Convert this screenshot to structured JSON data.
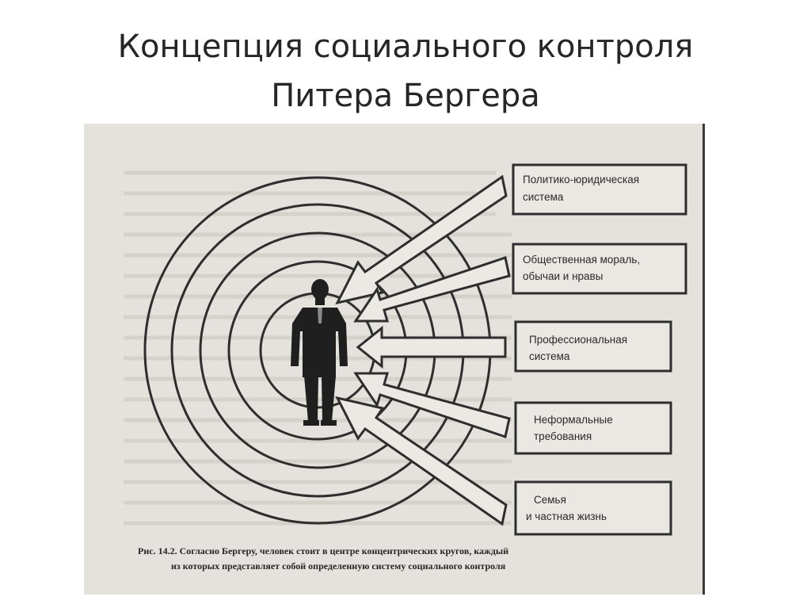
{
  "title": {
    "line1": "Концепция социального контроля",
    "line2": "Питера Бергера"
  },
  "diagram": {
    "boxes": [
      {
        "line1": "Политико-юридическая",
        "line2": "система"
      },
      {
        "line1": "Общественная мораль,",
        "line2": "обычаи и нравы"
      },
      {
        "line1": "Профессиональная",
        "line2": "система"
      },
      {
        "line1": "Неформальные",
        "line2": "требования"
      },
      {
        "line1": "Семья",
        "line2": "и частная жизнь"
      }
    ],
    "caption": {
      "line1": "Рис. 14.2. Согласно Бергеру, человек стоит в центре концентрических кругов, каждый",
      "line2": "из которых представляет собой определенную систему социального контроля"
    }
  },
  "colors": {
    "paper": "#e5e2dd",
    "ink": "#2e2e2e"
  }
}
